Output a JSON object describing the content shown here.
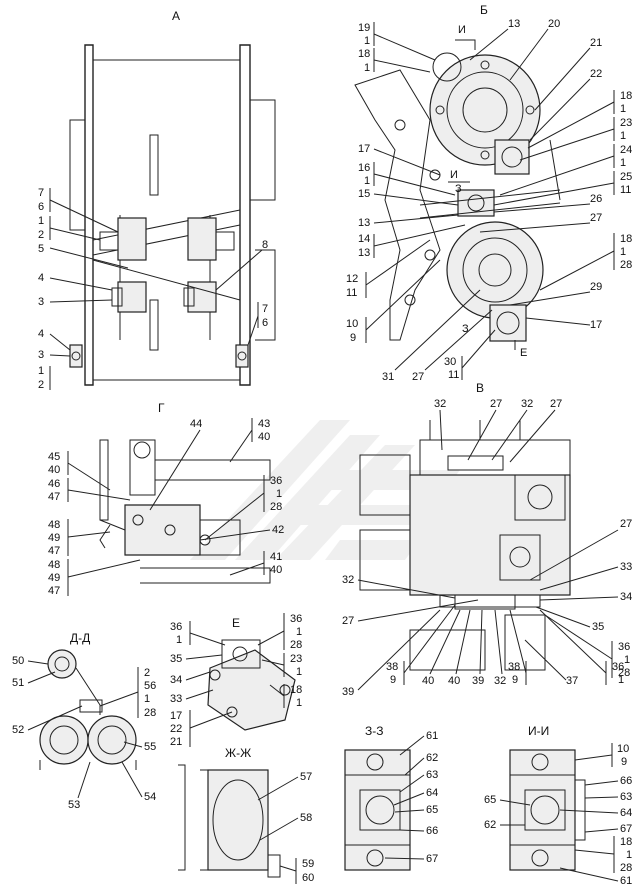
{
  "views": {
    "a": "А",
    "b": "Б",
    "v": "В",
    "g": "Г",
    "e": "Е",
    "dd": "Д-Д",
    "zhzh": "Ж-Ж",
    "zz": "З-З",
    "ii": "И-И"
  },
  "callouts_a": [
    "7",
    "6",
    "1",
    "2",
    "5",
    "4",
    "3",
    "4",
    "3",
    "1",
    "2",
    "8",
    "7",
    "6"
  ],
  "callouts_b": [
    "19",
    "1",
    "18",
    "1",
    "13",
    "20",
    "21",
    "22",
    "18",
    "1",
    "23",
    "1",
    "17",
    "16",
    "1",
    "15",
    "24",
    "1",
    "25",
    "11",
    "26",
    "13",
    "14",
    "13",
    "27",
    "12",
    "11",
    "18",
    "1",
    "28",
    "10",
    "9",
    "29",
    "17",
    "31",
    "27",
    "30",
    "11"
  ],
  "markers_b": [
    "И",
    "И",
    "З",
    "З",
    "Е"
  ],
  "callouts_g": [
    "44",
    "43",
    "40",
    "45",
    "40",
    "46",
    "47",
    "36",
    "1",
    "28",
    "48",
    "49",
    "47",
    "42",
    "48",
    "49",
    "47",
    "41",
    "40"
  ],
  "callouts_v": [
    "32",
    "27",
    "32",
    "27",
    "27",
    "33",
    "32",
    "34",
    "27",
    "35",
    "36",
    "1",
    "28",
    "39",
    "38",
    "9",
    "40",
    "40",
    "39",
    "32",
    "38",
    "9",
    "37",
    "36",
    "1"
  ],
  "callouts_dd": [
    "50",
    "51",
    "2",
    "56",
    "1",
    "28",
    "52",
    "55",
    "53",
    "54"
  ],
  "callouts_e": [
    "36",
    "1",
    "35",
    "34",
    "33",
    "17",
    "22",
    "21",
    "36",
    "1",
    "28",
    "23",
    "1",
    "18",
    "1"
  ],
  "callouts_zhzh": [
    "57",
    "58",
    "59",
    "60"
  ],
  "callouts_zz": [
    "61",
    "62",
    "63",
    "64",
    "65",
    "66",
    "67"
  ],
  "callouts_ii": [
    "10",
    "9",
    "66",
    "63",
    "64",
    "65",
    "62",
    "67",
    "18",
    "1",
    "28",
    "61"
  ]
}
